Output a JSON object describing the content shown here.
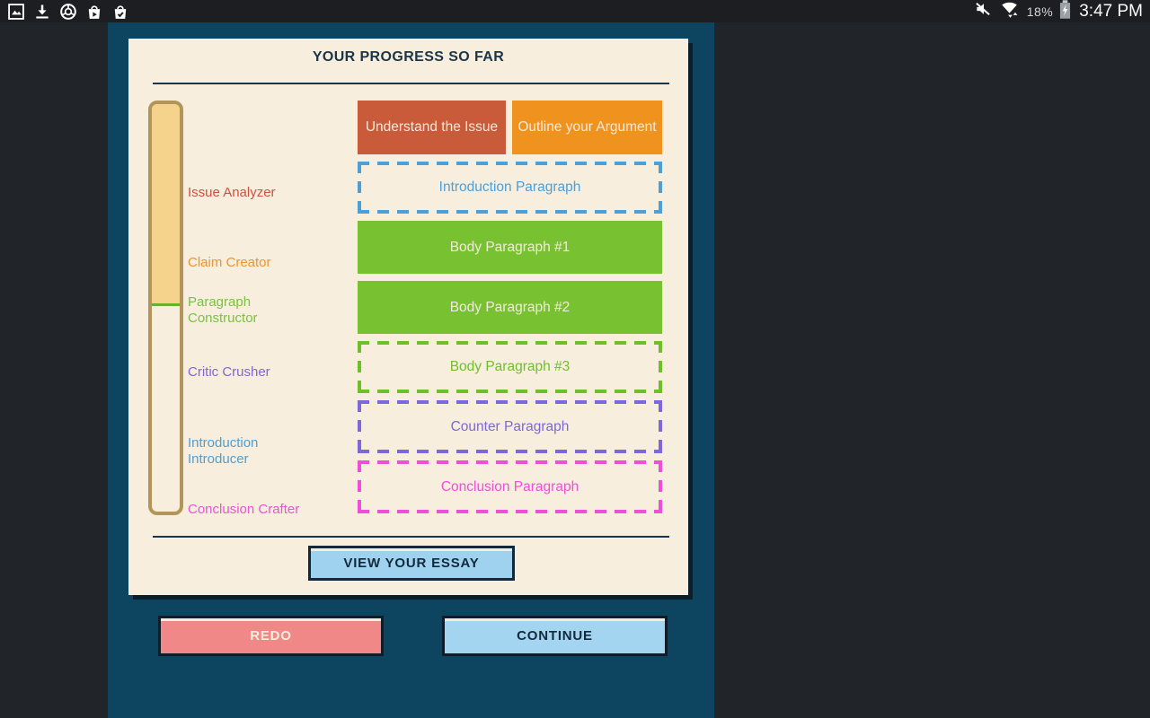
{
  "status_bar": {
    "battery_percent": "18%",
    "time": "3:47 PM",
    "left_icons": [
      "gallery-icon",
      "download-icon",
      "chrome-icon",
      "play-store-icon",
      "play-store-check-icon"
    ],
    "right_icons": [
      "volume-mute-icon",
      "wifi-icon",
      "battery-charging-icon"
    ]
  },
  "progress_card": {
    "title": "YOUR PROGRESS SO FAR",
    "view_essay_button": "VIEW YOUR ESSAY",
    "meter": {
      "fill_color": "#f5d38d",
      "border_color": "#b3955a",
      "marker_color": "#67b22c",
      "fill_percent": 49
    },
    "levels": [
      {
        "label": "Issue Analyzer",
        "color": "#cd5241"
      },
      {
        "label": "Claim Creator",
        "color": "#f0932c"
      },
      {
        "label": "Paragraph Constructor",
        "color": "#7ac143"
      },
      {
        "label": "Critic Crusher",
        "color": "#8365d3"
      },
      {
        "label": "Introduction Introducer",
        "color": "#4d9fd6"
      },
      {
        "label": "Conclusion Crafter",
        "color": "#ea53d7"
      }
    ],
    "blocks": [
      {
        "label": "Understand the Issue",
        "state": "complete",
        "color": "#c95a3a",
        "text_color": "#f3ead8"
      },
      {
        "label": "Outline your Argument",
        "state": "complete",
        "color": "#f0921e",
        "text_color": "#f3ead8"
      },
      {
        "label": "Introduction Paragraph",
        "state": "incomplete",
        "color": "#4d9fd6"
      },
      {
        "label": "Body Paragraph #1",
        "state": "complete",
        "color": "#78c231",
        "text_color": "#f3ead8"
      },
      {
        "label": "Body Paragraph #2",
        "state": "complete",
        "color": "#78c231",
        "text_color": "#f3ead8"
      },
      {
        "label": "Body Paragraph #3",
        "state": "incomplete",
        "color": "#6fbf2d"
      },
      {
        "label": "Counter Paragraph",
        "state": "incomplete",
        "color": "#7b68d9"
      },
      {
        "label": "Conclusion Paragraph",
        "state": "incomplete",
        "color": "#ee4fd9"
      }
    ]
  },
  "footer": {
    "redo_button": "REDO",
    "continue_button": "CONTINUE"
  },
  "colors": {
    "background": "#212529",
    "status_bar": "#1c1e21",
    "panel": "#0d4460",
    "card": "#f7eedd",
    "card_shadow": "#0a1e2b",
    "heading": "#1b3648",
    "button_blue": "#9fd2ef",
    "button_red": "#f08888",
    "button_border": "#13293a",
    "button_text_light": "#f6eedd"
  }
}
